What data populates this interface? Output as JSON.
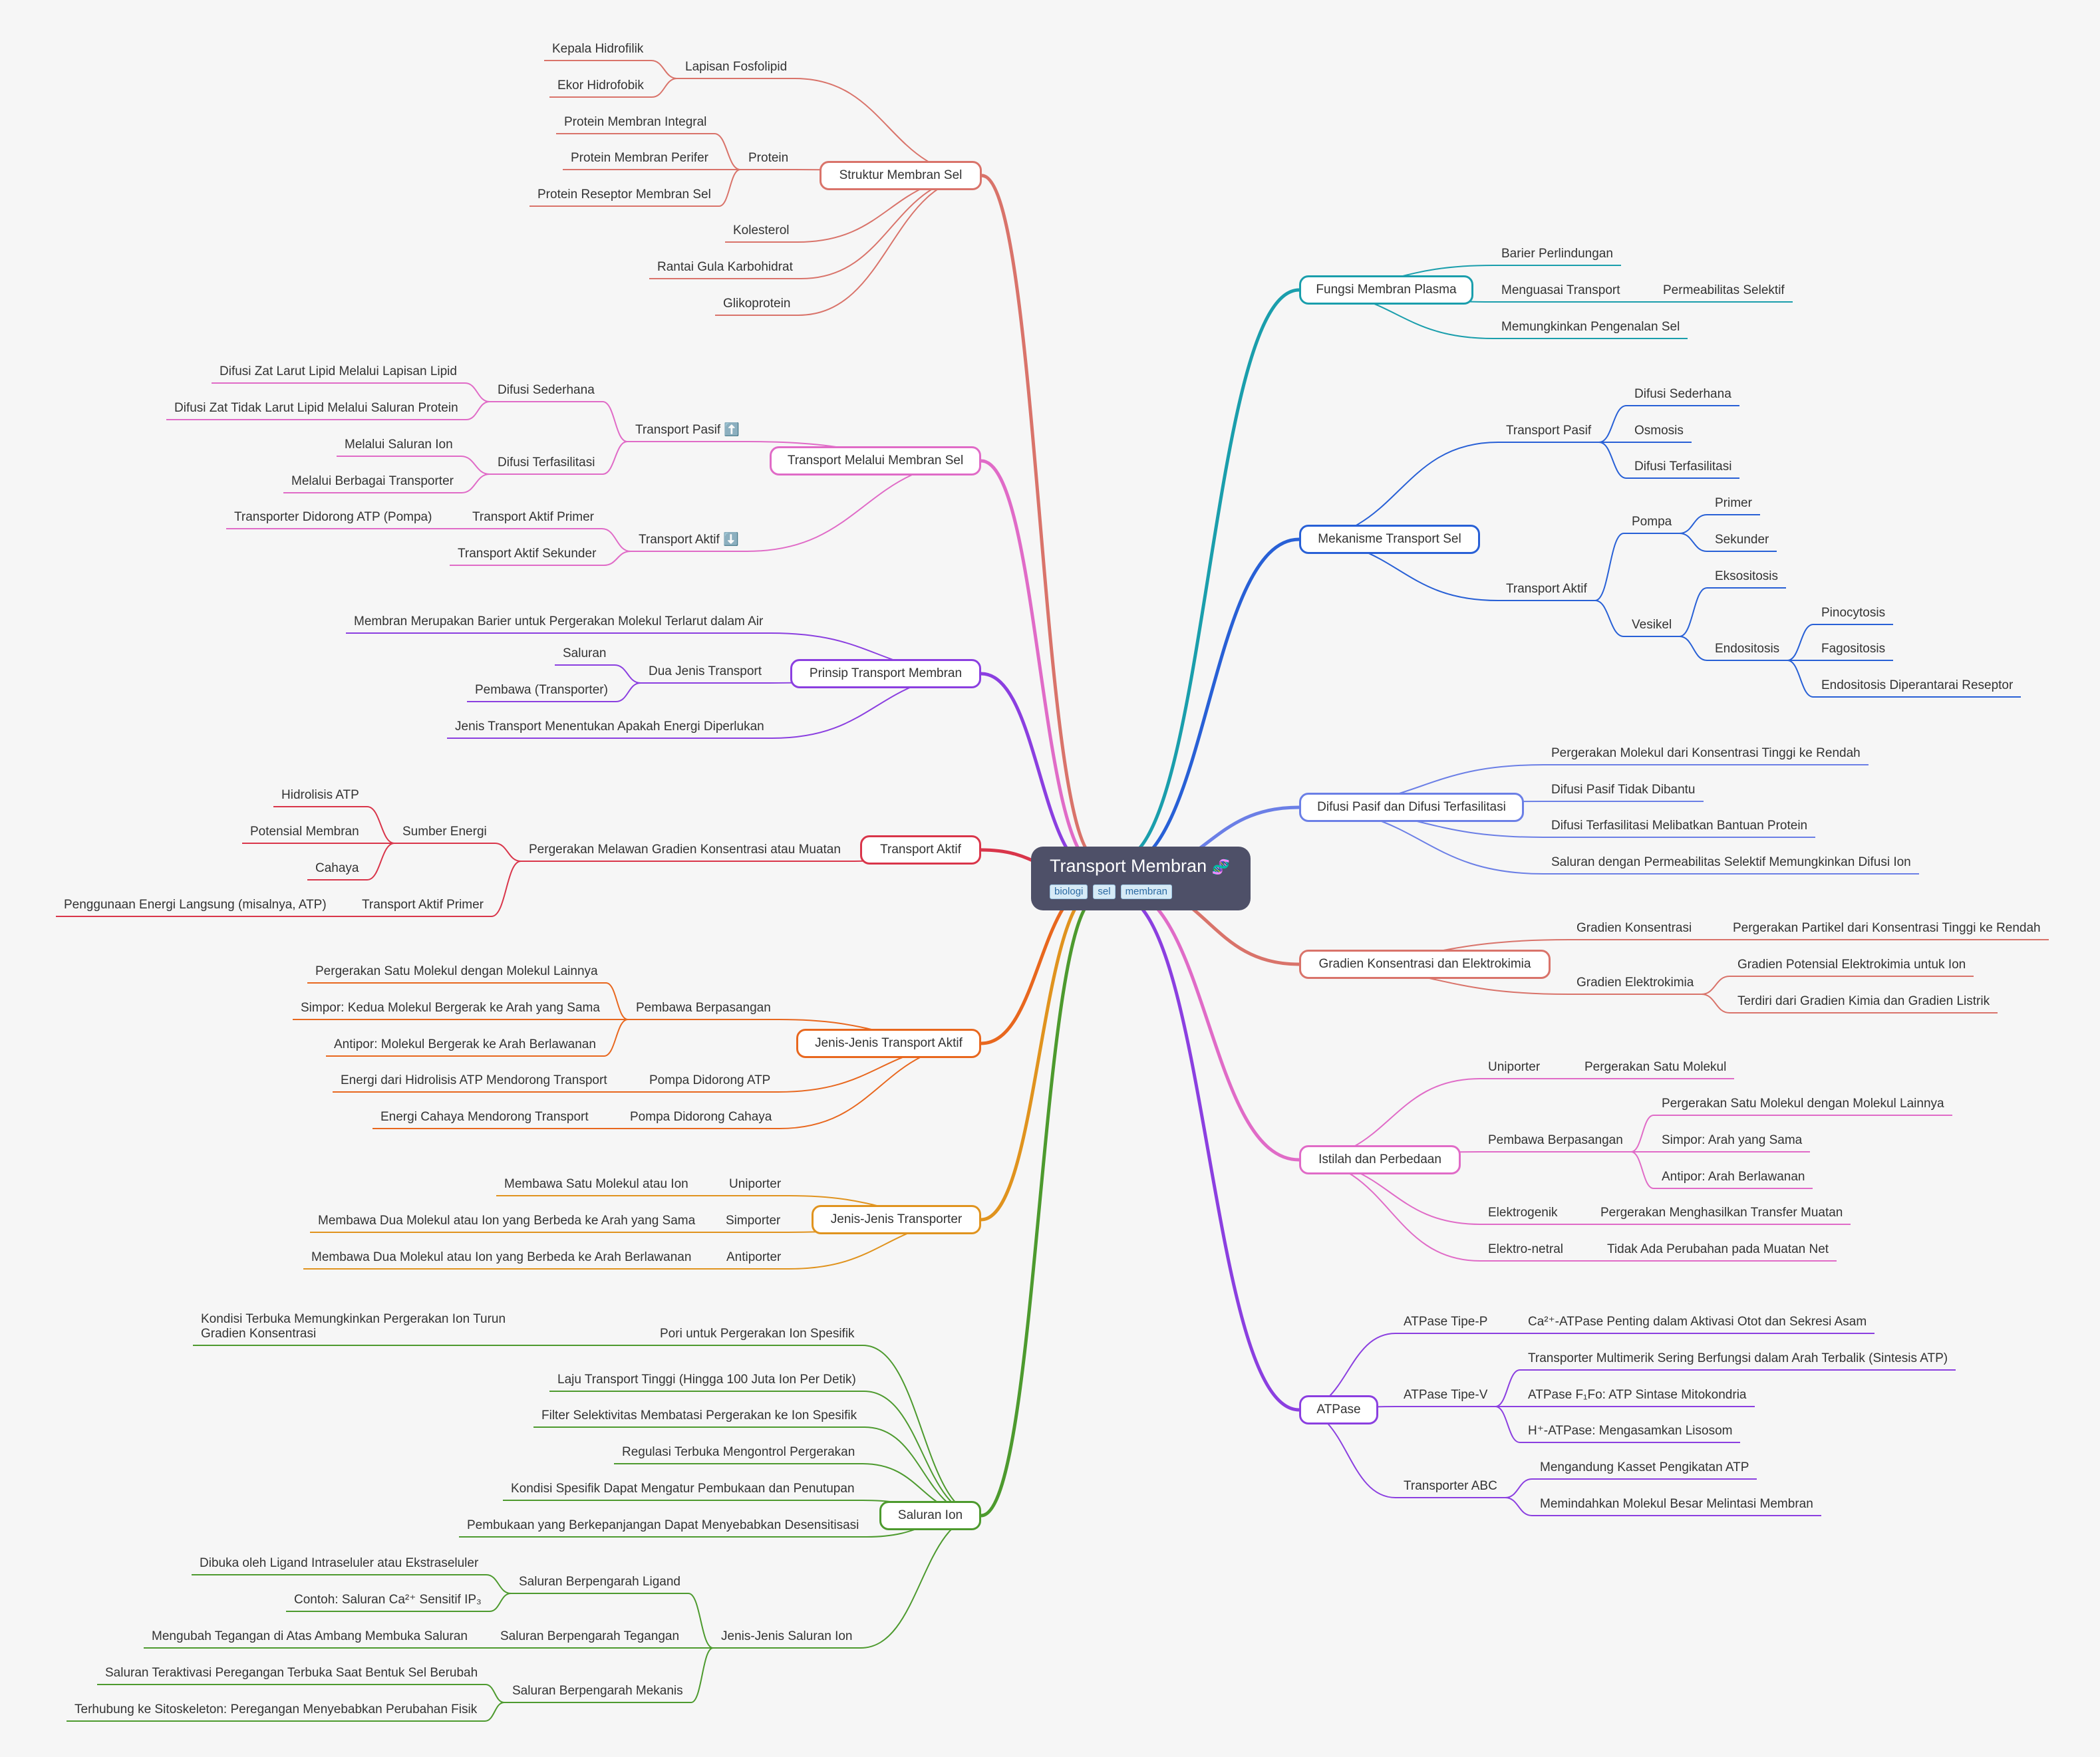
{
  "root": {
    "title": "Transport Membran",
    "icon": "dna-icon",
    "tags": [
      "biologi",
      "sel",
      "membran"
    ]
  },
  "branches": {
    "b1": {
      "label": "Struktur Membran Sel",
      "color": "#d9736a"
    },
    "b2": {
      "label": "Transport Melalui Membran Sel",
      "color": "#e06bc7"
    },
    "b3": {
      "label": "Prinsip Transport Membran",
      "color": "#8b3fe0"
    },
    "b4": {
      "label": "Transport Aktif",
      "color": "#d9354a"
    },
    "b5": {
      "label": "Jenis-Jenis Transport Aktif",
      "color": "#e8671e"
    },
    "b6": {
      "label": "Jenis-Jenis Transporter",
      "color": "#e0931e"
    },
    "b7": {
      "label": "Saluran Ion",
      "color": "#4d9a2e"
    },
    "r1": {
      "label": "Fungsi Membran Plasma",
      "color": "#1a9eac"
    },
    "r2": {
      "label": "Mekanisme Transport Sel",
      "color": "#2860d6"
    },
    "r3": {
      "label": "Difusi Pasif dan Difusi Terfasilitasi",
      "color": "#6b7fe6"
    },
    "r4": {
      "label": "Gradien Konsentrasi dan Elektrokimia",
      "color": "#d9736a"
    },
    "r5": {
      "label": "Istilah dan Perbedaan",
      "color": "#e06bc7"
    },
    "r6": {
      "label": "ATPase",
      "color": "#8b3fe0"
    }
  },
  "nodes": {
    "b1": {
      "a": "Lapisan Fosfolipid",
      "a1": "Kepala Hidrofilik",
      "a2": "Ekor Hidrofobik",
      "b": "Protein",
      "b1": "Protein Membran Integral",
      "b2": "Protein Membran Perifer",
      "b3": "Protein Reseptor Membran Sel",
      "c": "Kolesterol",
      "d": "Rantai Gula Karbohidrat",
      "e": "Glikoprotein"
    },
    "b2": {
      "a": "Transport Pasif ⬆️",
      "a1": "Difusi Sederhana",
      "a11": "Difusi Zat Larut Lipid Melalui Lapisan Lipid",
      "a12": "Difusi Zat Tidak Larut Lipid Melalui Saluran Protein",
      "a2": "Difusi Terfasilitasi",
      "a21": "Melalui Saluran Ion",
      "a22": "Melalui Berbagai Transporter",
      "b": "Transport Aktif ⬇️",
      "b1": "Transport Aktif Primer",
      "b11": "Transporter Didorong ATP (Pompa)",
      "b2": "Transport Aktif Sekunder"
    },
    "b3": {
      "a": "Membran Merupakan Barier untuk Pergerakan Molekul Terlarut dalam Air",
      "b": "Dua Jenis Transport",
      "b1": "Saluran",
      "b2": "Pembawa (Transporter)",
      "c": "Jenis Transport Menentukan Apakah Energi Diperlukan"
    },
    "b4": {
      "a": "Pergerakan Melawan Gradien Konsentrasi atau Muatan",
      "a1": "Sumber Energi",
      "a11": "Hidrolisis ATP",
      "a12": "Potensial Membran",
      "a13": "Cahaya",
      "a2": "Transport Aktif Primer",
      "a21": "Penggunaan Energi Langsung (misalnya, ATP)"
    },
    "b5": {
      "a": "Pembawa Berpasangan",
      "a1": "Pergerakan Satu Molekul dengan Molekul Lainnya",
      "a2": "Simpor: Kedua Molekul Bergerak ke Arah yang Sama",
      "a3": "Antipor: Molekul Bergerak ke Arah Berlawanan",
      "b": "Pompa Didorong ATP",
      "b1": "Energi dari Hidrolisis ATP Mendorong Transport",
      "c": "Pompa Didorong Cahaya",
      "c1": "Energi Cahaya Mendorong Transport"
    },
    "b6": {
      "a": "Uniporter",
      "a1": "Membawa Satu Molekul atau Ion",
      "b": "Simporter",
      "b1": "Membawa Dua Molekul atau Ion yang Berbeda ke Arah yang Sama",
      "c": "Antiporter",
      "c1": "Membawa Dua Molekul atau Ion yang Berbeda ke Arah Berlawanan"
    },
    "b7": {
      "a": "Pori untuk Pergerakan Ion Spesifik",
      "a1": "Kondisi Terbuka Memungkinkan Pergerakan Ion Turun Gradien Konsentrasi",
      "b": "Laju Transport Tinggi (Hingga 100 Juta Ion Per Detik)",
      "c": "Filter Selektivitas Membatasi Pergerakan ke Ion Spesifik",
      "d": "Regulasi Terbuka Mengontrol Pergerakan",
      "e": "Kondisi Spesifik Dapat Mengatur Pembukaan dan Penutupan",
      "f": "Pembukaan yang Berkepanjangan Dapat Menyebabkan Desensitisasi",
      "g": "Jenis-Jenis Saluran Ion",
      "g1": "Saluran Berpengarah Ligand",
      "g11": "Dibuka oleh Ligand Intraseluler atau Ekstraseluler",
      "g12": "Contoh: Saluran Ca²⁺ Sensitif IP₃",
      "g2": "Saluran Berpengarah Tegangan",
      "g21": "Mengubah Tegangan di Atas Ambang Membuka Saluran",
      "g3": "Saluran Berpengarah Mekanis",
      "g31": "Saluran Teraktivasi Peregangan Terbuka Saat Bentuk Sel Berubah",
      "g32": "Terhubung ke Sitoskeleton: Peregangan Menyebabkan Perubahan Fisik"
    },
    "r1": {
      "a": "Barier Perlindungan",
      "b": "Menguasai Transport",
      "b1": "Permeabilitas Selektif",
      "c": "Memungkinkan Pengenalan Sel"
    },
    "r2": {
      "a": "Transport Pasif",
      "a1": "Difusi Sederhana",
      "a2": "Osmosis",
      "a3": "Difusi Terfasilitasi",
      "b": "Transport Aktif",
      "b1": "Pompa",
      "b11": "Primer",
      "b12": "Sekunder",
      "b2": "Vesikel",
      "b21": "Eksositosis",
      "b22": "Endositosis",
      "b221": "Pinocytosis",
      "b222": "Fagositosis",
      "b223": "Endositosis Diperantarai Reseptor"
    },
    "r3": {
      "a": "Pergerakan Molekul dari Konsentrasi Tinggi ke Rendah",
      "b": "Difusi Pasif Tidak Dibantu",
      "c": "Difusi Terfasilitasi Melibatkan Bantuan Protein",
      "d": "Saluran dengan Permeabilitas Selektif Memungkinkan Difusi Ion"
    },
    "r4": {
      "a": "Gradien Konsentrasi",
      "a1": "Pergerakan Partikel dari Konsentrasi Tinggi ke Rendah",
      "b": "Gradien Elektrokimia",
      "b1": "Gradien Potensial Elektrokimia untuk Ion",
      "b2": "Terdiri dari Gradien Kimia dan Gradien Listrik"
    },
    "r5": {
      "a": "Uniporter",
      "a1": "Pergerakan Satu Molekul",
      "b": "Pembawa Berpasangan",
      "b1": "Pergerakan Satu Molekul dengan Molekul Lainnya",
      "b2": "Simpor: Arah yang Sama",
      "b3": "Antipor: Arah Berlawanan",
      "c": "Elektrogenik",
      "c1": "Pergerakan Menghasilkan Transfer Muatan",
      "d": "Elektro-netral",
      "d1": "Tidak Ada Perubahan pada Muatan Net"
    },
    "r6": {
      "a": "ATPase Tipe-P",
      "a1": "Ca²⁺-ATPase Penting dalam Aktivasi Otot dan Sekresi Asam",
      "b": "ATPase Tipe-V",
      "b1": "Transporter Multimerik Sering Berfungsi dalam Arah Terbalik (Sintesis ATP)",
      "b2": "ATPase F₁Fo: ATP Sintase Mitokondria",
      "b3": "H⁺-ATPase: Mengasamkan Lisosom",
      "c": "Transporter ABC",
      "c1": "Mengandung Kasset Pengikatan ATP",
      "c2": "Memindahkan Molekul Besar Melintasi Membran"
    }
  }
}
